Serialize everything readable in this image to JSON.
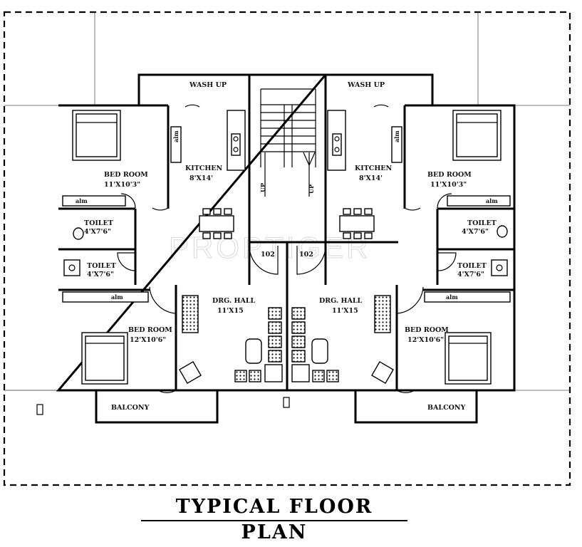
{
  "title": "TYPICAL FLOOR PLAN",
  "watermark": "PROPTIGER",
  "stairs": {
    "up_left": "UP",
    "up_right": "UP"
  },
  "units": {
    "left": {
      "wash_up": "WASH UP",
      "bed_room_1": {
        "name": "BED ROOM",
        "size": "11'X10'3\""
      },
      "kitchen": {
        "name": "KITCHEN",
        "size": "8'X14'"
      },
      "almirah_kitchen": "alm",
      "almirah_bed1": "alm",
      "toilet_1": {
        "name": "TOILET",
        "size": "4'X7'6\""
      },
      "toilet_2": {
        "name": "TOILET",
        "size": "4'X7'6\""
      },
      "almirah_bed2": "alm",
      "door_number": "102",
      "drg_hall": {
        "name": "DRG. HALL",
        "size": "11'X15"
      },
      "bed_room_2": {
        "name": "BED ROOM",
        "size": "12'X10'6\""
      },
      "balcony": "BALCONY"
    },
    "right": {
      "wash_up": "WASH UP",
      "bed_room_1": {
        "name": "BED ROOM",
        "size": "11'X10'3\""
      },
      "kitchen": {
        "name": "KITCHEN",
        "size": "8'X14'"
      },
      "almirah_kitchen": "alm",
      "almirah_bed1": "alm",
      "toilet_1": {
        "name": "TOILET",
        "size": "4'X7'6\""
      },
      "toilet_2": {
        "name": "TOILET",
        "size": "4'X7'6\""
      },
      "almirah_bed2": "alm",
      "door_number": "102",
      "drg_hall": {
        "name": "DRG. HALL",
        "size": "11'X15"
      },
      "bed_room_2": {
        "name": "BED ROOM",
        "size": "12'X10'6\""
      },
      "balcony": "BALCONY"
    }
  }
}
